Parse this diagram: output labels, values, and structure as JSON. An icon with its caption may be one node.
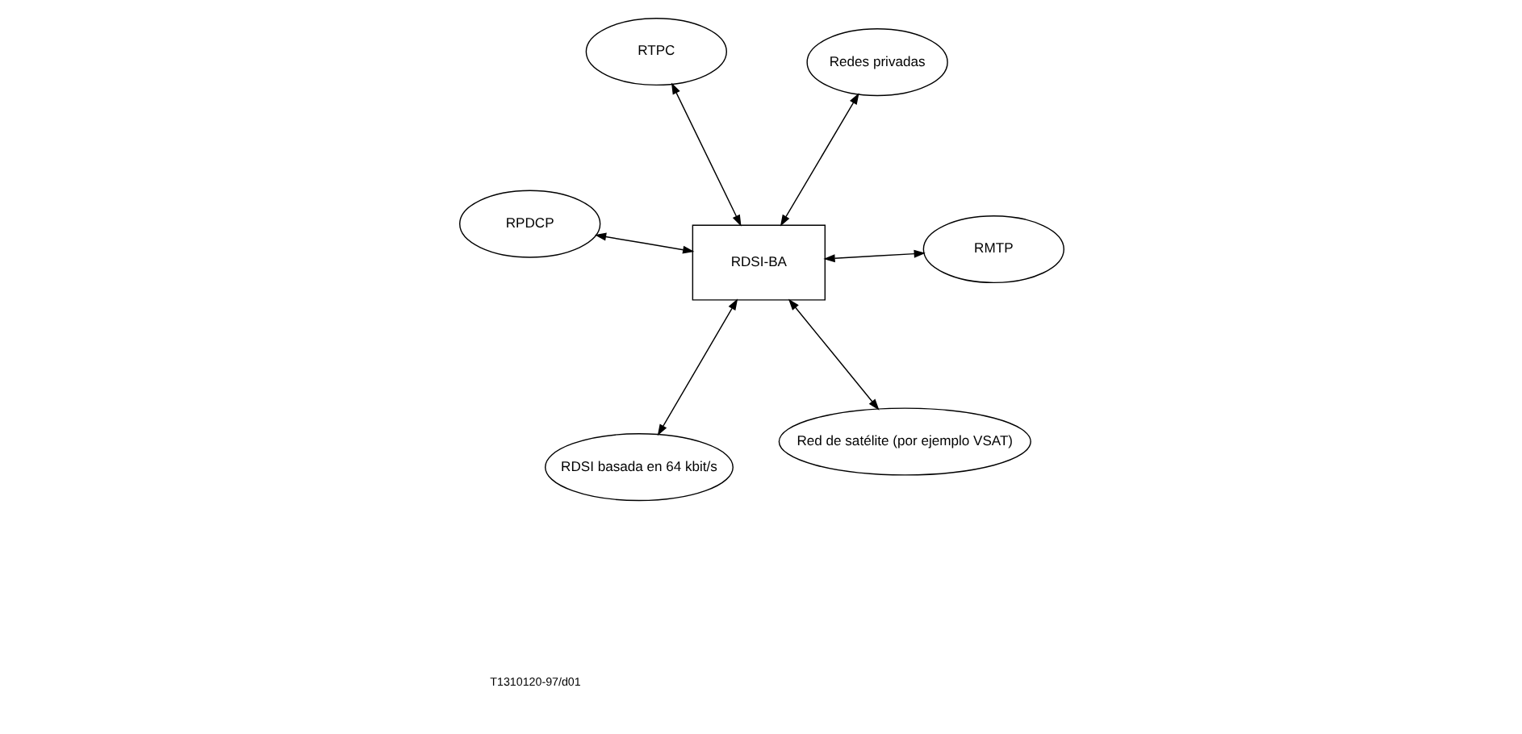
{
  "diagram": {
    "nodes": [
      {
        "text": [
          "RDSI-BA"
        ]
      },
      {
        "text": [
          "RMTP"
        ]
      },
      {
        "text": [
          "Red de satélite (por ejemplo VSAT)"
        ]
      },
      {
        "text": [
          "RPDCP"
        ]
      },
      {
        "text": [
          "Redes privadas"
        ]
      },
      {
        "text": [
          "RTPC"
        ]
      },
      {
        "text": [
          "RDSI basada en 64 kbit/s"
        ]
      }
    ],
    "edges": [
      {
        "from": 0,
        "to": 1,
        "arrow": "both"
      },
      {
        "from": 0,
        "to": 2,
        "arrow": "both"
      },
      {
        "from": 0,
        "to": 3,
        "arrow": "both"
      },
      {
        "from": 0,
        "to": 4,
        "arrow": "both"
      },
      {
        "from": 0,
        "to": 5,
        "arrow": "both"
      },
      {
        "from": 0,
        "to": 6,
        "arrow": "both"
      }
    ],
    "labels": [
      "T1310120-97/d01"
    ]
  }
}
